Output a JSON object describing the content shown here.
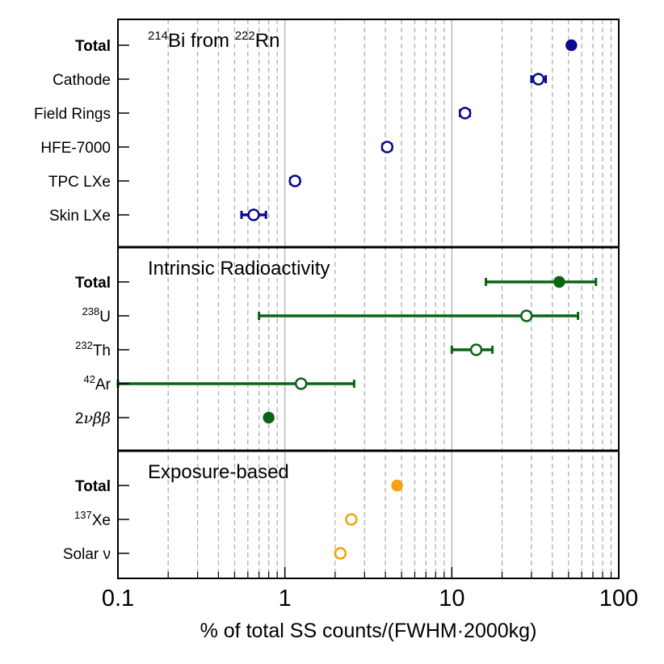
{
  "chart_data": [
    {
      "type": "scatter",
      "title": "²¹⁴Bi from ²²²Rn",
      "title_parts": [
        {
          "text": "214",
          "sup": true
        },
        {
          "text": "Bi from ",
          "sup": false
        },
        {
          "text": "222",
          "sup": true
        },
        {
          "text": "Rn",
          "sup": false
        }
      ],
      "color": "#0a0a8c",
      "categories": [
        {
          "label": "Total",
          "bold": true
        },
        {
          "label": "Cathode"
        },
        {
          "label": "Field Rings"
        },
        {
          "label": "HFE-7000"
        },
        {
          "label": "TPC LXe"
        },
        {
          "label": "Skin LXe"
        }
      ],
      "values": [
        52,
        33,
        12,
        4.1,
        1.15,
        0.65
      ],
      "err_low": [
        50,
        30,
        11.2,
        3.85,
        1.08,
        0.55
      ],
      "err_high": [
        54,
        36.5,
        12.8,
        4.35,
        1.22,
        0.77
      ],
      "filled": [
        true,
        false,
        false,
        false,
        false,
        false
      ]
    },
    {
      "type": "scatter",
      "title": "Intrinsic Radioactivity",
      "color": "#0b6414",
      "categories": [
        {
          "label": "Total",
          "bold": true
        },
        {
          "label": "U",
          "sup": "238"
        },
        {
          "label": "Th",
          "sup": "232"
        },
        {
          "label": "Ar",
          "sup": "42"
        },
        {
          "label": "2νββ",
          "italic_greek": true
        }
      ],
      "values": [
        44,
        28,
        14,
        1.25,
        0.8
      ],
      "err_low": [
        16,
        0.7,
        10,
        0.1,
        0.78
      ],
      "err_high": [
        73,
        57,
        17.5,
        2.6,
        0.82
      ],
      "filled": [
        true,
        false,
        false,
        false,
        true
      ]
    },
    {
      "type": "scatter",
      "title": "Exposure-based",
      "color": "#f5a20c",
      "categories": [
        {
          "label": "Total",
          "bold": true
        },
        {
          "label": "Xe",
          "sup": "137"
        },
        {
          "label": "Solar ν"
        }
      ],
      "values": [
        4.7,
        2.5,
        2.15
      ],
      "err_low": [
        4.6,
        2.4,
        2.05
      ],
      "err_high": [
        4.8,
        2.6,
        2.25
      ],
      "filled": [
        true,
        false,
        false
      ]
    }
  ],
  "x_axis": {
    "label": "% of total SS counts/(FWHM·2000kg)",
    "scale": "log",
    "xlim": [
      0.1,
      100
    ],
    "ticks": [
      {
        "value": 0.1,
        "label": "0.1"
      },
      {
        "value": 1,
        "label": "1"
      },
      {
        "value": 10,
        "label": "10"
      },
      {
        "value": 100,
        "label": "100"
      }
    ],
    "grid": "dashed minor, solid at decades"
  }
}
